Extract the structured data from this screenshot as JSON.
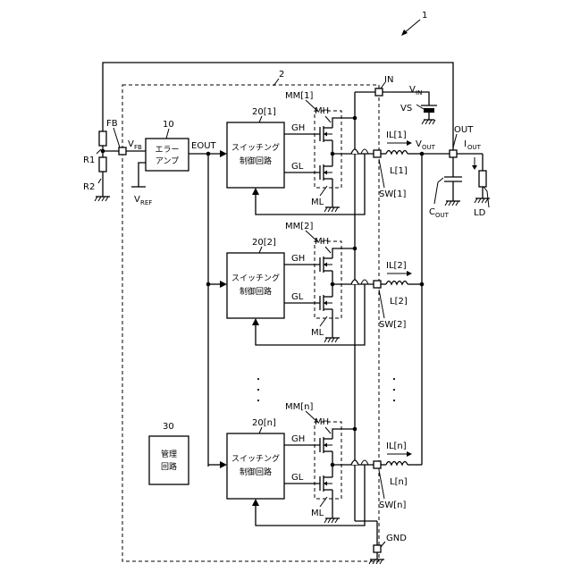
{
  "labels": {
    "system_ref": "1",
    "controller_ref": "2",
    "in_terminal": "IN",
    "vin": "V",
    "vin_sub": "IN",
    "vs": "VS",
    "out_terminal": "OUT",
    "fb_terminal": "FB",
    "vfb": "V",
    "vfb_sub": "FB",
    "r1": "R1",
    "r2": "R2",
    "vref": "V",
    "vref_sub": "REF",
    "amp_ref": "10",
    "amp_line1": "エラー",
    "amp_line2": "アンプ",
    "eout": "EOUT",
    "vout": "V",
    "vout_sub": "OUT",
    "iout": "I",
    "iout_sub": "OUT",
    "cout": "C",
    "cout_sub": "OUT",
    "ld": "LD",
    "gnd": "GND",
    "mgmt_ref": "30",
    "mgmt_line1": "管理",
    "mgmt_line2": "回路",
    "dots": "・"
  },
  "phases": [
    {
      "ctrl_ref": "20[1]",
      "ctrl_line1": "スイッチング",
      "ctrl_line2": "制御回路",
      "mm": "MM[1]",
      "mh": "MH",
      "ml": "ML",
      "gh": "GH",
      "gl": "GL",
      "il": "IL[1]",
      "l": "L[1]",
      "sw": "SW[1]"
    },
    {
      "ctrl_ref": "20[2]",
      "ctrl_line1": "スイッチング",
      "ctrl_line2": "制御回路",
      "mm": "MM[2]",
      "mh": "MH",
      "ml": "ML",
      "gh": "GH",
      "gl": "GL",
      "il": "IL[2]",
      "l": "L[2]",
      "sw": "SW[2]"
    },
    {
      "ctrl_ref": "20[n]",
      "ctrl_line1": "スイッチング",
      "ctrl_line2": "制御回路",
      "mm": "MM[n]",
      "mh": "MH",
      "ml": "ML",
      "gh": "GH",
      "gl": "GL",
      "il": "IL[n]",
      "l": "L[n]",
      "sw": "SW[n]"
    }
  ]
}
